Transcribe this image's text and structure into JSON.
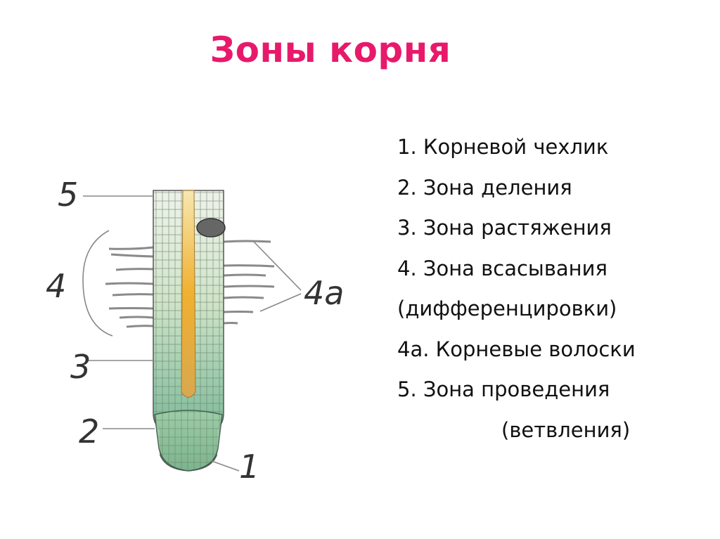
{
  "title": "Зоны корня",
  "legend": [
    "1. Корневой чехлик",
    "2. Зона деления",
    "3. Зона растяжения",
    "4. Зона всасывания",
    "(дифференцировки)",
    "4а. Корневые волоски",
    "5. Зона проведения",
    "(ветвления)"
  ],
  "diagram_labels": {
    "l1": "1",
    "l2": "2",
    "l3": "3",
    "l4": "4",
    "l4a": "4a",
    "l5": "5"
  }
}
